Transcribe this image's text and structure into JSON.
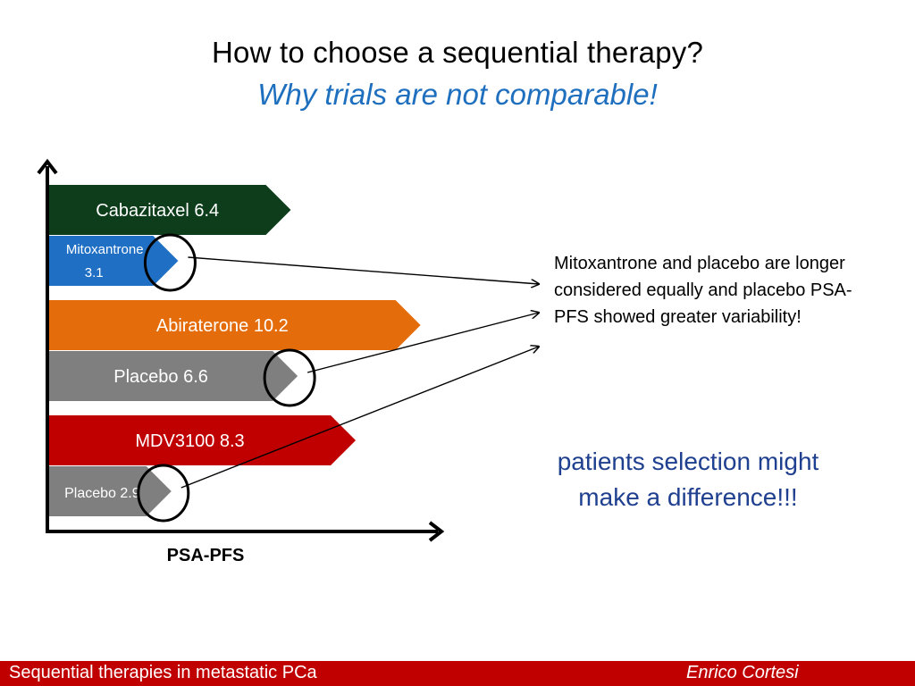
{
  "slide": {
    "title": "How to choose a sequential therapy?",
    "subtitle": "Why trials are not comparable!"
  },
  "chart_data": {
    "type": "bar",
    "orientation": "horizontal",
    "xlabel": "PSA-PFS",
    "ylabel": "",
    "grid": false,
    "categories": [
      "Cabazitaxel",
      "Mitoxantrone",
      "Abiraterone",
      "Placebo",
      "MDV3100",
      "Placebo"
    ],
    "labels": [
      "Cabazitaxel 6.4",
      "Mitoxantrone 3.1",
      "Abiraterone 10.2",
      "Placebo 6.6",
      "MDV3100 8.3",
      "Placebo 2.9"
    ],
    "values": [
      6.4,
      3.1,
      10.2,
      6.6,
      8.3,
      2.9
    ],
    "colors": [
      "#0d3d1a",
      "#1f6fc5",
      "#e46c0a",
      "#7f7f7f",
      "#c00000",
      "#7f7f7f"
    ],
    "highlighted": [
      false,
      true,
      false,
      true,
      false,
      true
    ]
  },
  "annotation": {
    "note": "Mitoxantrone and placebo are longer considered equally and placebo PSA-PFS showed greater variability!",
    "emphasis_line1": "patients selection might",
    "emphasis_line2": "make a difference!!!"
  },
  "footer": {
    "left": "Sequential therapies in metastatic PCa",
    "right": "Enrico  Cortesi",
    "color": "#c00000"
  }
}
